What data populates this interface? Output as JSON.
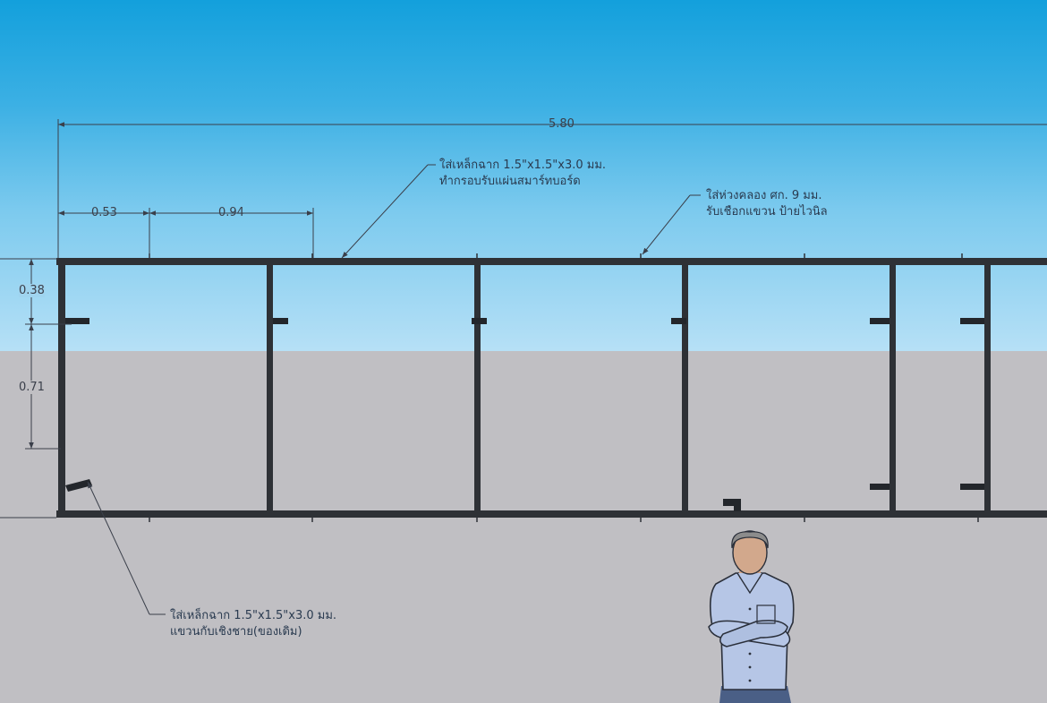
{
  "dimensions": {
    "total_width": "5.80",
    "offset_first": "0.53",
    "spacing": "0.94",
    "top_to_bracket": "0.38",
    "bracket_spacing": "0.71"
  },
  "annotations": {
    "top_frame": {
      "line1": "ใส่เหล็กฉาก 1.5\"x1.5\"x3.0 มม.",
      "line2": "ทำกรอบรับแผ่นสมาร์ทบอร์ด"
    },
    "ring": {
      "line1": "ใส่ห่วงคลอง ศก. 9 มม.",
      "line2": "รับเชือกแขวน ป้ายไวนิล"
    },
    "bracket": {
      "line1": "ใส่เหล็กฉาก 1.5\"x1.5\"x3.0 มม.",
      "line2": "แขวนกับเชิงชาย(ของเดิม)"
    }
  },
  "colors": {
    "sky_top": "#13a0dc",
    "sky_bottom": "#b6e0f6",
    "ground": "#c0bfc3",
    "frame": "#2e3136",
    "dimension_line": "#3a3f4a"
  }
}
